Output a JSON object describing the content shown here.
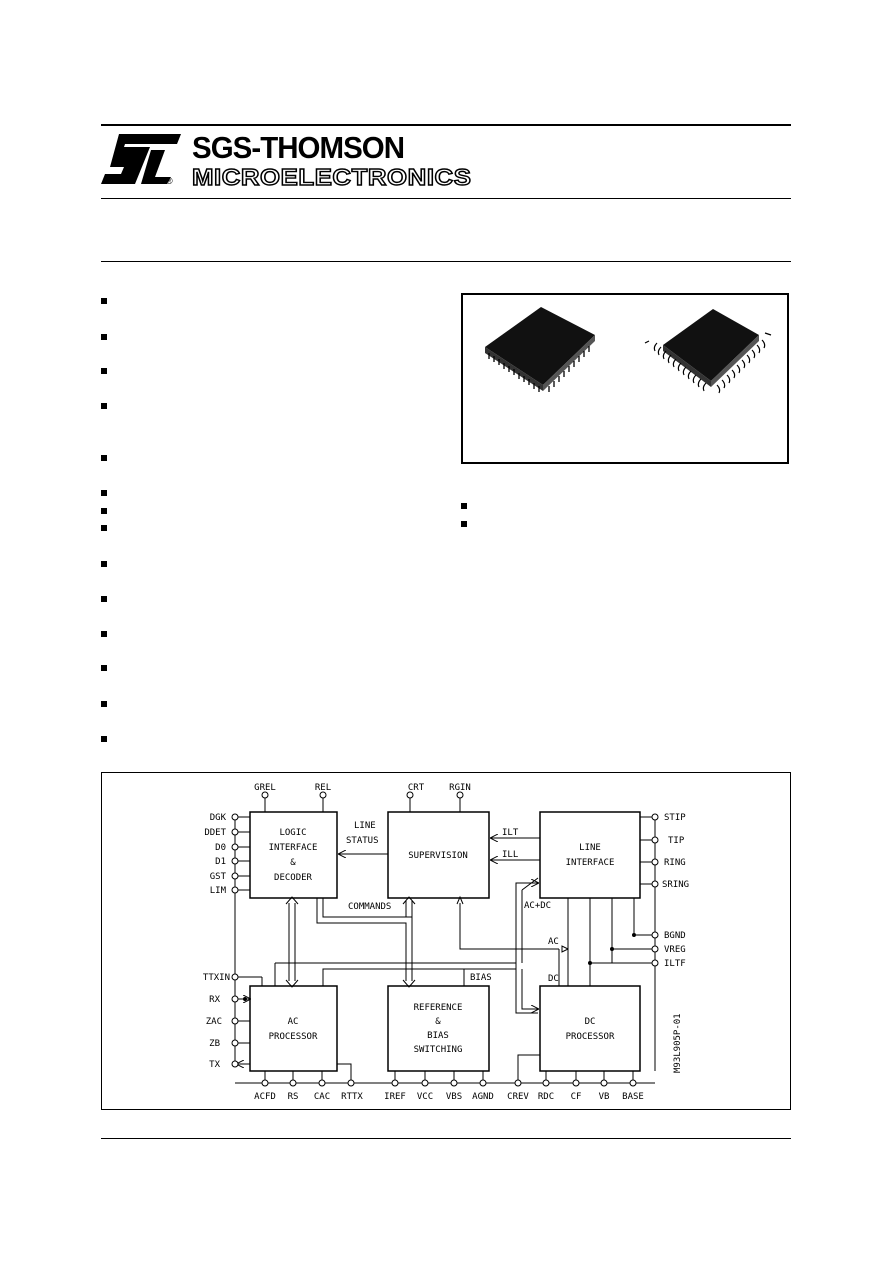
{
  "header": {
    "brand_line1": "SGS-THOMSON",
    "brand_line2": "MICROELECTRONICS",
    "registered_mark": "®"
  },
  "diagram": {
    "blocks": {
      "logic": [
        "LOGIC",
        "INTERFACE",
        "&",
        "DECODER"
      ],
      "supervision": [
        "SUPERVISION"
      ],
      "line_interface": [
        "LINE",
        "INTERFACE"
      ],
      "ac_processor": [
        "AC",
        "PROCESSOR"
      ],
      "reference": [
        "REFERENCE",
        "&",
        "BIAS",
        "SWITCHING"
      ],
      "dc_processor": [
        "DC",
        "PROCESSOR"
      ]
    },
    "top_pins": [
      "GREL",
      "REL",
      "CRT",
      "RGIN"
    ],
    "left_pins": [
      "DGK",
      "DDET",
      "D0",
      "D1",
      "GST",
      "LIM"
    ],
    "left_pins_lower": [
      "TTXIN",
      "RX",
      "ZAC",
      "ZB",
      "TX"
    ],
    "right_pins": [
      "STIP",
      "TIP",
      "RING",
      "SRING",
      "BGND",
      "VREG",
      "ILTF"
    ],
    "bottom_pins": [
      "ACFD",
      "RS",
      "CAC",
      "RTTX",
      "IREF",
      "VCC",
      "VBS",
      "AGND",
      "CREV",
      "RDC",
      "CF",
      "VB",
      "BASE"
    ],
    "signal_labels": {
      "line_status_1": "LINE",
      "line_status_2": "STATUS",
      "commands": "COMMANDS",
      "ilt": "ILT",
      "ill": "ILL",
      "ac_dc": "AC+DC",
      "ac": "AC",
      "dc": "DC",
      "bias": "BIAS"
    },
    "figure_code": "M93L905P-01"
  }
}
